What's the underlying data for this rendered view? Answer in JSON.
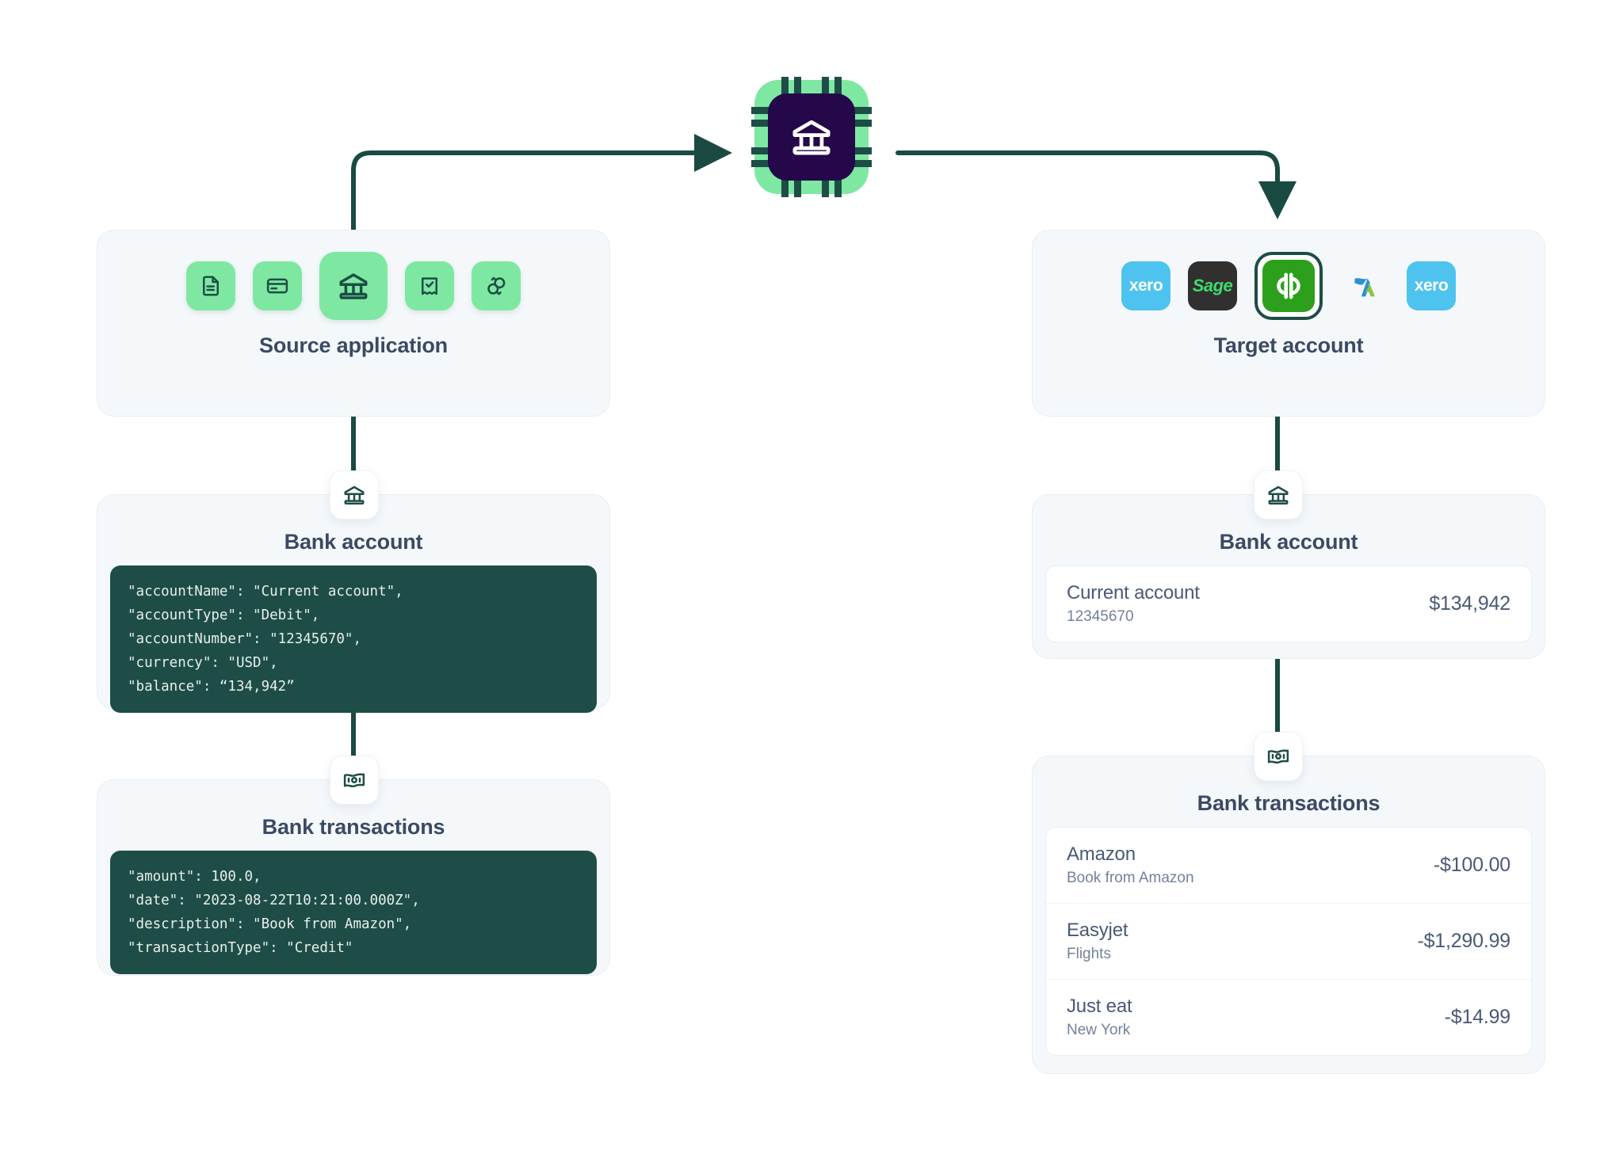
{
  "source": {
    "title": "Source application",
    "icons": [
      {
        "name": "document-icon"
      },
      {
        "name": "credit-card-icon"
      },
      {
        "name": "bank-icon"
      },
      {
        "name": "receipt-check-icon"
      },
      {
        "name": "sync-circles-icon"
      }
    ],
    "bank_account": {
      "title": "Bank account",
      "badge_icon": "bank-icon",
      "code": "\"accountName\": \"Current account\",\n\"accountType\": \"Debit\",\n\"accountNumber\": \"12345670\",\n\"currency\": \"USD\",\n\"balance\": “134,942”"
    },
    "bank_transactions": {
      "title": "Bank transactions",
      "badge_icon": "banknote-icon",
      "code": "\"amount\": 100.0,\n\"date\": \"2023-08-22T10:21:00.000Z\",\n\"description\": \"Book from Amazon\",\n\"transactionType\": \"Credit\""
    }
  },
  "target": {
    "title": "Target account",
    "logos": [
      {
        "name": "xero-logo",
        "label": "xero",
        "selected": false
      },
      {
        "name": "sage-logo",
        "label": "Sage",
        "selected": false
      },
      {
        "name": "quickbooks-logo",
        "label": "qb",
        "selected": true
      },
      {
        "name": "freeagent-logo",
        "label": "7A",
        "selected": false
      },
      {
        "name": "xero-logo",
        "label": "xero",
        "selected": false
      }
    ],
    "bank_account": {
      "title": "Bank account",
      "badge_icon": "bank-icon",
      "account_name": "Current account",
      "account_number": "12345670",
      "balance": "$134,942"
    },
    "bank_transactions": {
      "title": "Bank transactions",
      "badge_icon": "banknote-icon",
      "rows": [
        {
          "title": "Amazon",
          "sub": "Book from Amazon",
          "amount": "-$100.00"
        },
        {
          "title": "Easyjet",
          "sub": "Flights",
          "amount": "-$1,290.99"
        },
        {
          "title": "Just eat",
          "sub": "New York",
          "amount": "-$14.99"
        }
      ]
    }
  },
  "hub": {
    "name": "bank-chip-icon"
  },
  "colors": {
    "panel_bg": "#f4f8fb",
    "code_bg": "#1d4d46",
    "wire": "#1a4a42",
    "mint": "#7ee8a2",
    "chip_inner": "#24084a",
    "heading": "#3b4a63",
    "quickbooks_green": "#2CA01C",
    "xero_blue": "#4ec3f0"
  }
}
